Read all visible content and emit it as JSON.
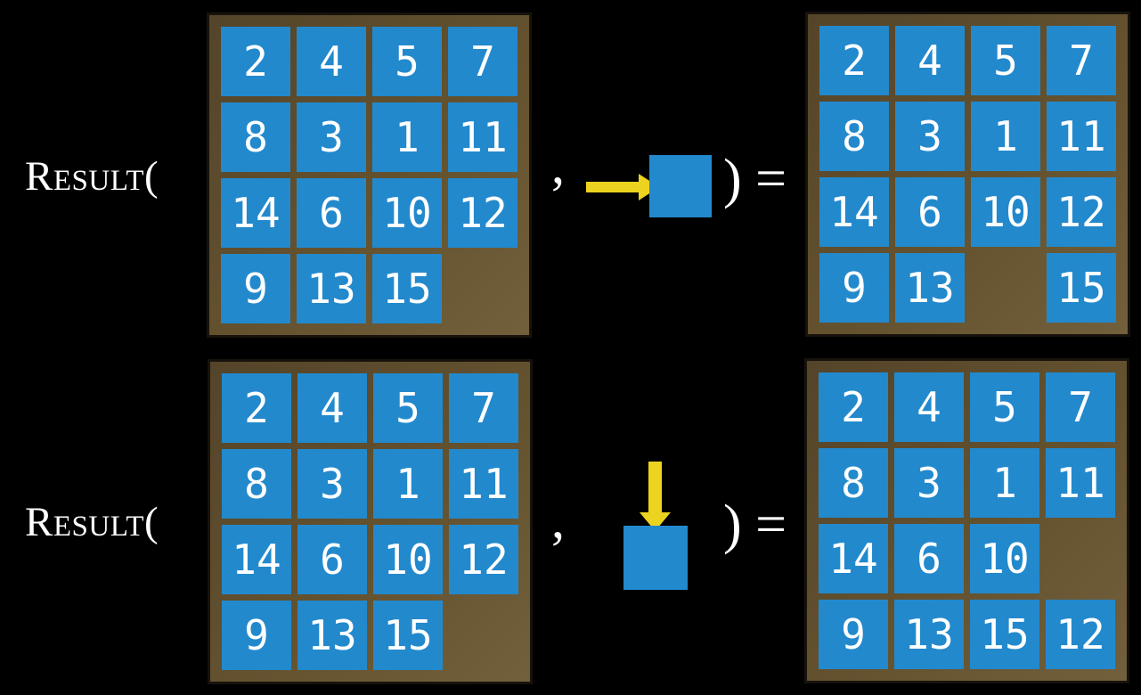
{
  "slide": {
    "background_color": "#000000",
    "colors": {
      "tile_blue": "#2389cd",
      "frame_brown": "#64522f",
      "frame_border_dark": "#17130c",
      "arrow_yellow": "#ecd31f",
      "text_white": "#ffffff"
    },
    "rows": [
      {
        "function_label": "Result(",
        "comma": ",",
        "action": {
          "type": "move-right",
          "arrow_direction": "right",
          "arrow_icon": "right-arrow-icon",
          "object": "blank-tile-square"
        },
        "close_paren_equals": ") =",
        "input_grid": {
          "size": 4,
          "tiles": [
            [
              2,
              4,
              5,
              7
            ],
            [
              8,
              3,
              1,
              11
            ],
            [
              14,
              6,
              10,
              12
            ],
            [
              9,
              13,
              15,
              null
            ]
          ]
        },
        "output_grid": {
          "size": 4,
          "tiles": [
            [
              2,
              4,
              5,
              7
            ],
            [
              8,
              3,
              1,
              11
            ],
            [
              14,
              6,
              10,
              12
            ],
            [
              9,
              13,
              null,
              15
            ]
          ]
        }
      },
      {
        "function_label": "Result(",
        "comma": ",",
        "action": {
          "type": "move-down",
          "arrow_direction": "down",
          "arrow_icon": "down-arrow-icon",
          "object": "blank-tile-square"
        },
        "close_paren_equals": ") =",
        "input_grid": {
          "size": 4,
          "tiles": [
            [
              2,
              4,
              5,
              7
            ],
            [
              8,
              3,
              1,
              11
            ],
            [
              14,
              6,
              10,
              12
            ],
            [
              9,
              13,
              15,
              null
            ]
          ]
        },
        "output_grid": {
          "size": 4,
          "tiles": [
            [
              2,
              4,
              5,
              7
            ],
            [
              8,
              3,
              1,
              11
            ],
            [
              14,
              6,
              10,
              null
            ],
            [
              9,
              13,
              15,
              12
            ]
          ]
        }
      }
    ]
  }
}
